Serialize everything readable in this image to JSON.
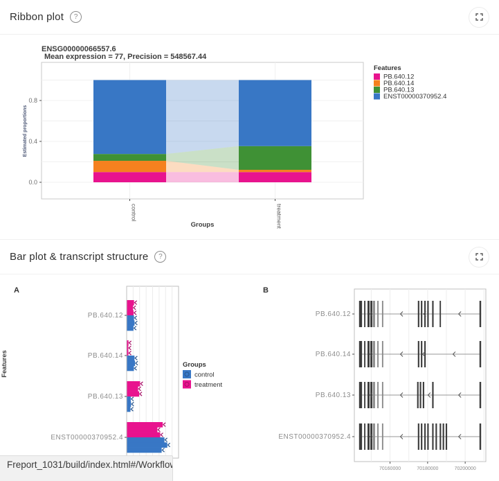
{
  "icons": {
    "help": "?"
  },
  "cards": [
    {
      "title": "Ribbon plot"
    },
    {
      "title": "Bar plot & transcript structure"
    }
  ],
  "status_url": "Freport_1031/build/index.html#/Workflow",
  "chart_data": [
    {
      "type": "area",
      "variant": "ribbon",
      "title": "ENSG00000066557.6",
      "subtitle": "Mean expression = 77, Precision = 548567.44",
      "xlabel": "Groups",
      "ylabel": "Estimated proportions",
      "legend_title": "Features",
      "legend_position": "right",
      "grid": true,
      "categories": [
        "control",
        "treatment"
      ],
      "yticks": [
        "0.0",
        "0.4",
        "0.8"
      ],
      "ylim": [
        0,
        1
      ],
      "series": [
        {
          "name": "PB.640.12",
          "color": "#E8138E",
          "values": [
            0.1,
            0.1
          ]
        },
        {
          "name": "PB.640.14",
          "color": "#F5811F",
          "values": [
            0.11,
            0.022
          ]
        },
        {
          "name": "PB.640.13",
          "color": "#3F9135",
          "values": [
            0.067,
            0.232
          ]
        },
        {
          "name": "ENST00000370952.4",
          "color": "#3877C5",
          "values": [
            0.723,
            0.646
          ]
        }
      ]
    },
    {
      "type": "bar",
      "panel_label": "A",
      "orientation": "horizontal",
      "ylabel": "Features",
      "legend_title": "Groups",
      "grid": true,
      "categories": [
        "PB.640.12",
        "PB.640.14",
        "PB.640.13",
        "ENST00000370952.4"
      ],
      "xlim": [
        0,
        1
      ],
      "series": [
        {
          "name": "control",
          "color": "#3877C5",
          "values": [
            0.15,
            0.16,
            0.08,
            0.8
          ]
        },
        {
          "name": "treatment",
          "color": "#E8138E",
          "values": [
            0.14,
            0.03,
            0.26,
            0.71
          ]
        }
      ]
    },
    {
      "type": "transcript-structure",
      "panel_label": "B",
      "strand": "-",
      "xticks": [
        70160000,
        70180000,
        70200000
      ],
      "xlim": [
        70141000,
        70211000
      ],
      "transcripts": [
        {
          "name": "PB.640.12",
          "exons": [
            [
              70143500,
              70145100
            ],
            [
              70146200,
              70146900
            ],
            [
              70148000,
              70149100
            ],
            [
              70149500,
              70150600
            ],
            [
              70150900,
              70152000,
              1
            ],
            [
              70153200,
              70153900,
              1
            ],
            [
              70155700,
              70156400,
              1
            ],
            [
              70174800,
              70175600
            ],
            [
              70176400,
              70177200
            ],
            [
              70178200,
              70179000
            ],
            [
              70179800,
              70180600
            ],
            [
              70182400,
              70183200
            ],
            [
              70186400,
              70187100
            ],
            [
              70207600,
              70208500
            ]
          ],
          "arrows": [
            70149300,
            70165500,
            70177800,
            70196500
          ]
        },
        {
          "name": "PB.640.14",
          "exons": [
            [
              70143500,
              70145100
            ],
            [
              70146200,
              70146900
            ],
            [
              70148000,
              70149100
            ],
            [
              70149500,
              70150600
            ],
            [
              70150900,
              70152000,
              1
            ],
            [
              70153200,
              70153900,
              1
            ],
            [
              70155700,
              70156400,
              1
            ],
            [
              70174800,
              70175600
            ],
            [
              70176400,
              70177200
            ],
            [
              70178200,
              70179000
            ],
            [
              70207600,
              70208500
            ]
          ],
          "arrows": [
            70149300,
            70165500,
            70177300,
            70193500
          ]
        },
        {
          "name": "PB.640.13",
          "exons": [
            [
              70143500,
              70145100
            ],
            [
              70146200,
              70146900
            ],
            [
              70148000,
              70149100
            ],
            [
              70149500,
              70150600
            ],
            [
              70150900,
              70152000,
              1
            ],
            [
              70153200,
              70153900,
              1
            ],
            [
              70155700,
              70156400,
              1
            ],
            [
              70174400,
              70175200
            ],
            [
              70175800,
              70176600
            ],
            [
              70177400,
              70178200
            ],
            [
              70182400,
              70183200
            ],
            [
              70207600,
              70208500
            ]
          ],
          "arrows": [
            70149300,
            70165500,
            70180200,
            70196500
          ]
        },
        {
          "name": "ENST00000370952.4",
          "exons": [
            [
              70143500,
              70145100
            ],
            [
              70146200,
              70146900
            ],
            [
              70148000,
              70149100
            ],
            [
              70149500,
              70150600
            ],
            [
              70150900,
              70152000,
              1
            ],
            [
              70153200,
              70153900,
              1
            ],
            [
              70155700,
              70156400,
              1
            ],
            [
              70174800,
              70175600
            ],
            [
              70176400,
              70177200
            ],
            [
              70178200,
              70179000
            ],
            [
              70179800,
              70180600
            ],
            [
              70182400,
              70183200
            ],
            [
              70184200,
              70185000
            ],
            [
              70186400,
              70187200
            ],
            [
              70188000,
              70188800
            ],
            [
              70189600,
              70190400
            ],
            [
              70207600,
              70208500
            ]
          ],
          "arrows": [
            70149300,
            70165500,
            70196500
          ]
        }
      ]
    }
  ]
}
